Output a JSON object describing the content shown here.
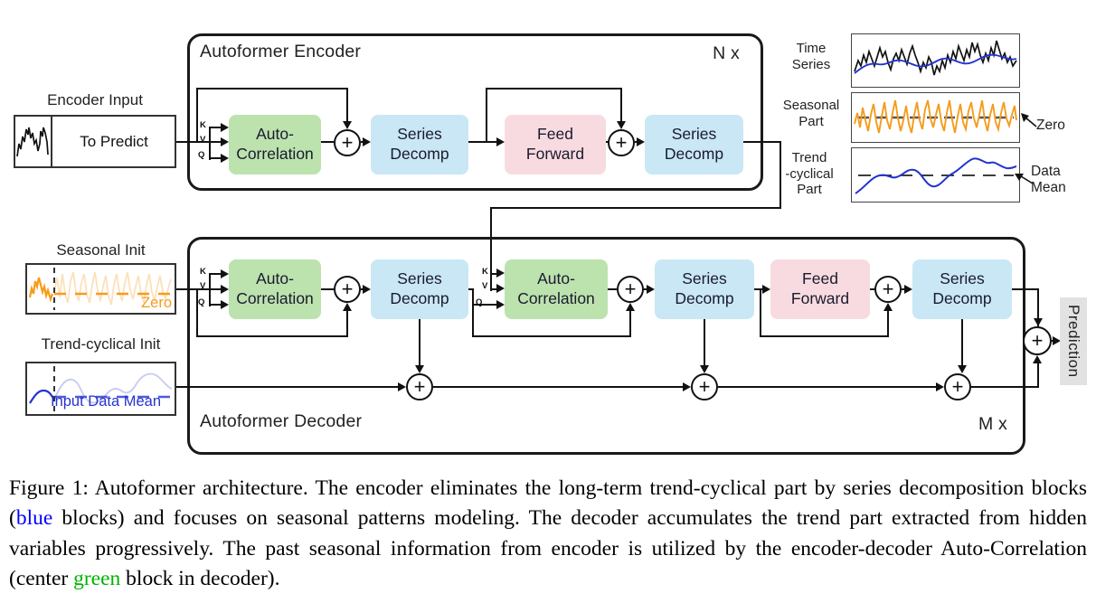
{
  "glyphs": {
    "plus": "+"
  },
  "kvq": [
    "K",
    "V",
    "Q"
  ],
  "colors": {
    "block_green": "#bce2ae",
    "block_blue": "#c9e7f5",
    "block_pink": "#f8dbe0",
    "prediction_bg": "#e2e2e2",
    "wave_orange": "#f59c1c",
    "wave_blue": "#2433d0",
    "caption_blue": "#0000ff",
    "caption_green": "#00b400"
  },
  "encoder_input": {
    "label": "Encoder Input",
    "box_text": "To Predict"
  },
  "encoder": {
    "title": "Autoformer Encoder",
    "repeat": "N x",
    "auto_correlation": "Auto-Correlation",
    "series_decomp_1": "Series Decomp",
    "feed_forward": "Feed Forward",
    "series_decomp_2": "Series Decomp"
  },
  "decoder": {
    "title": "Autoformer Decoder",
    "repeat": "M x",
    "auto_correlation_1": "Auto-Correlation",
    "series_decomp_1": "Series Decomp",
    "auto_correlation_2": "Auto-Correlation",
    "series_decomp_2": "Series Decomp",
    "feed_forward": "Feed Forward",
    "series_decomp_3": "Series Decomp",
    "prediction": "Prediction"
  },
  "seasonal_init": {
    "label": "Seasonal Init",
    "annotation": "Zero"
  },
  "trend_init": {
    "label": "Trend-cyclical Init",
    "annotation": "Input Data Mean"
  },
  "decomposition_panel": {
    "rows": [
      {
        "label_lines": [
          "Time",
          "Series"
        ]
      },
      {
        "label_lines": [
          "Seasonal",
          "Part"
        ],
        "annotation_lines": [
          "Zero"
        ]
      },
      {
        "label_lines": [
          "Trend",
          "-cyclical",
          "Part"
        ],
        "annotation_lines": [
          "Data",
          "Mean"
        ]
      }
    ]
  },
  "caption": {
    "segments": [
      {
        "text": "Figure 1: Autoformer architecture. The encoder eliminates the long-term trend-cyclical part by series decomposition blocks ("
      },
      {
        "text": "blue",
        "color": "#0000ff"
      },
      {
        "text": " blocks) and focuses on seasonal patterns modeling. The decoder accumulates the trend part extracted from hidden variables progressively. The past seasonal information from encoder is utilized by the encoder-decoder Auto-Correlation (center "
      },
      {
        "text": "green",
        "color": "#00b400"
      },
      {
        "text": " block in decoder)."
      }
    ]
  }
}
